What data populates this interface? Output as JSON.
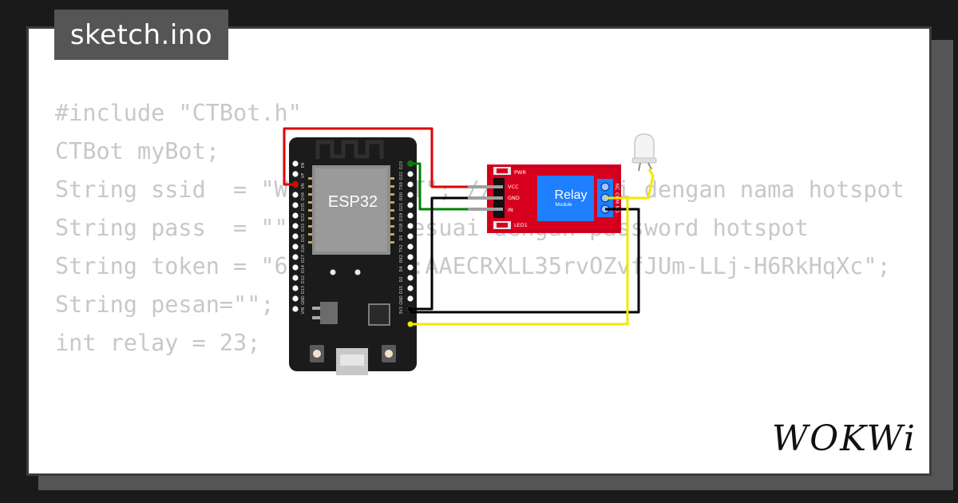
{
  "file": {
    "name": "sketch.ino"
  },
  "code": {
    "lines": [
      "#include \"CTBot.h\"",
      "CTBot myBot;",
      "",
      "String ssid  = \"WOKWI-GUEST\"; //isi sesuai dengan nama hotspot",
      "String pass  = \"\"; //isi sesuai dengan password hotspot",
      "String token = \"6063818171:AAECRXLL35rvOZvfJUm-LLj-H6RkHqXc\";",
      "String pesan=\"\";",
      "int relay = 23;"
    ]
  },
  "board": {
    "label": "ESP32",
    "left_pins": [
      "EN",
      "VP",
      "VN",
      "D34",
      "D35",
      "D32",
      "D33",
      "D25",
      "D26",
      "D27",
      "D14",
      "D12",
      "D13",
      "GND",
      "VIN"
    ],
    "right_pins": [
      "D23",
      "D22",
      "TX0",
      "RX0",
      "D21",
      "D19",
      "D18",
      "D5",
      "TX2",
      "RX2",
      "D4",
      "D2",
      "D15",
      "GND",
      "3V3"
    ]
  },
  "relay_module": {
    "label": "Relay",
    "sublabel": "Module",
    "pins": [
      "VCC",
      "GND",
      "IN"
    ],
    "indicators": [
      "PWR",
      "LED1"
    ],
    "terminals": [
      "NC",
      "COM",
      "NO"
    ]
  },
  "brand": {
    "name": "WOKWi"
  },
  "colors": {
    "wire_red": "#e00000",
    "wire_green": "#008000",
    "wire_black": "#000000",
    "wire_yellow": "#f2e800",
    "relay_board": "#d8001f",
    "relay_cube": "#1e7fff",
    "board_black": "#1b1b1b"
  }
}
